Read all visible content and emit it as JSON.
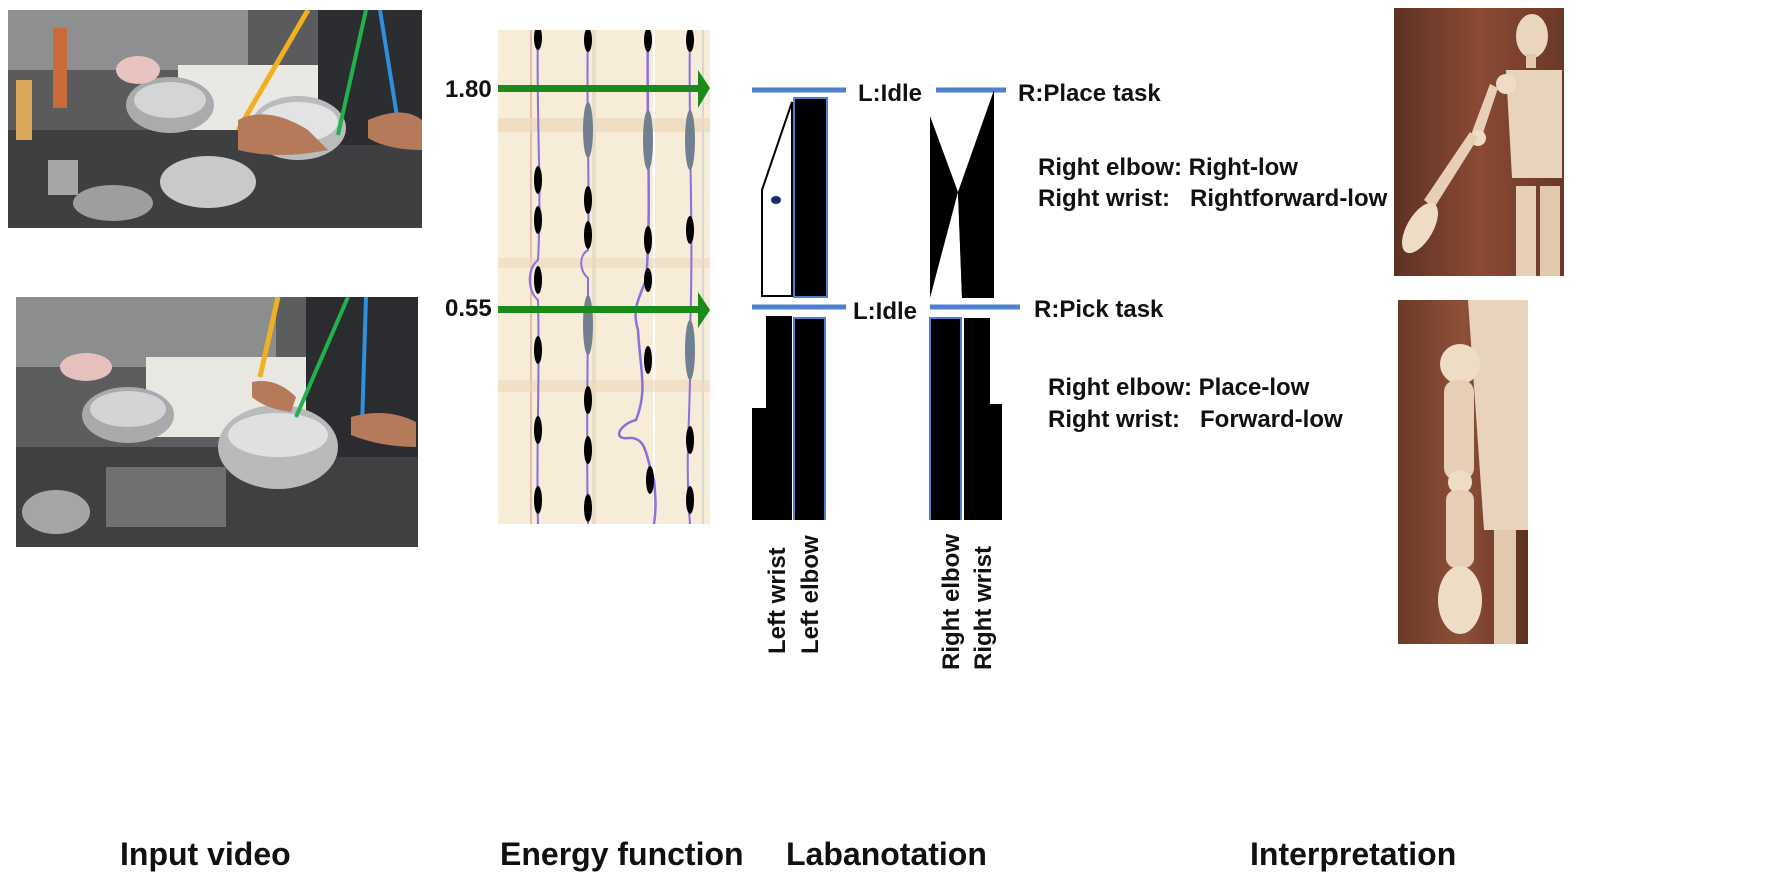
{
  "captions": {
    "input_video": "Input video",
    "energy_function": "Energy function",
    "labanotation": "Labanotation",
    "interpretation": "Interpretation"
  },
  "energy": {
    "tick_top": "1.80",
    "tick_bottom": "0.55",
    "colors": {
      "background": "#f6ecd8",
      "marker": "#1a8a1a",
      "curve": "#8a6fe0"
    }
  },
  "labanotation": {
    "top": {
      "left_label": "L:Idle",
      "right_label": "R:Place task"
    },
    "bottom": {
      "left_label": "L:Idle",
      "right_label": "R:Pick task"
    },
    "columns": {
      "left_wrist": "Left wrist",
      "left_elbow": "Left elbow",
      "right_elbow": "Right elbow",
      "right_wrist": "Right wrist"
    },
    "colors": {
      "staff": "#4f7fd0",
      "symbol": "#000000"
    }
  },
  "interpretation": {
    "top": {
      "elbow": "Right elbow: Right-low",
      "wrist": "Right wrist:   Rightforward-low"
    },
    "bottom": {
      "elbow": "Right elbow: Place-low",
      "wrist": "Right wrist:   Forward-low"
    }
  },
  "icons": {
    "video_top": "kitchen-video-frame-icon",
    "video_bottom": "kitchen-video-frame-icon",
    "mannequin_top": "wooden-mannequin-icon",
    "mannequin_bottom": "wooden-mannequin-icon"
  }
}
